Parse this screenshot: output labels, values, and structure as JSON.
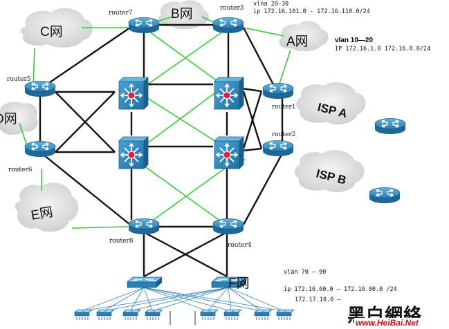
{
  "routers": {
    "router7": "router7",
    "router3": "router3",
    "router5": "router5",
    "router1": "router1",
    "router2": "router2",
    "router6": "router6",
    "router8": "router8",
    "router4": "router4"
  },
  "networks": {
    "a": "A网",
    "b": "B网",
    "c": "C网",
    "d": "D网",
    "e": "E网",
    "f": "F网",
    "isp_a": "ISP A",
    "isp_b": "ISP B"
  },
  "annotations": {
    "r3_vlan": "vlna 20-30",
    "r3_ip": "ip 172.16.101.0 - 172.16.110.0/24",
    "a_vlan": "vlan 10—20",
    "a_ip": "IP 172.16.1.0 172.16.8.0/24",
    "f_vlan": "vlan 70 — 90",
    "f_ip1": "ip 172.16.60.0 — 172.16.80.0 /24",
    "f_ip2": "172.17.10.0 —"
  },
  "watermark": {
    "chars": "黑白網絡",
    "url": "www.HeiBai.Net"
  },
  "colors": {
    "link_black": "#111111",
    "link_green": "#33cc33",
    "device_blue": "#2f86b8",
    "switch_dot": "#e0203a",
    "cloud": "#e6e6e6"
  }
}
